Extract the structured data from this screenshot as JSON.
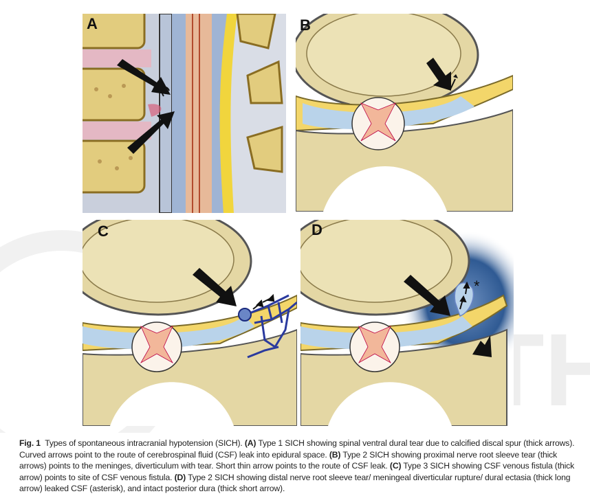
{
  "figure": {
    "panels": [
      {
        "label": "A"
      },
      {
        "label": "B"
      },
      {
        "label": "C"
      },
      {
        "label": "D"
      }
    ],
    "asterisk": "*",
    "watermark": "THIEME",
    "caption": {
      "fig_label": "Fig. 1",
      "intro": "Types of spontaneous intracranial hypotension (SICH).",
      "a_label": "(A)",
      "a_text": "Type 1 SICH showing spinal ventral dural tear due to calcified discal spur (thick arrows). Curved arrows point to the route of cerebrospinal fluid (CSF) leak into epidural space.",
      "b_label": "(B)",
      "b_text": "Type 2 SICH showing proximal nerve root sleeve tear (thick arrows) points to the meninges, diverticulum with tear. Short thin arrow points to the route of CSF leak.",
      "c_label": "(C)",
      "c_text": "Type 3 SICH showing CSF venous fistula (thick arrow) points to site of CSF venous fistula.",
      "d_label": "(D)",
      "d_text": "Type 2 SICH showing distal nerve root sleeve tear/ meningeal diverticular rupture/ dural ectasia (thick long arrow) leaked CSF (asterisk), and intact posterior dura (thick short arrow)."
    },
    "colors": {
      "bone": "#e9dca6",
      "cortex": "#c9a94a",
      "csf": "#b9d3ea",
      "dura": "#f3d66a",
      "cord": "#fbf3ea",
      "grey_matter": "#f2b79a",
      "vein": "#2a3a9e",
      "arrow": "#111111"
    }
  }
}
